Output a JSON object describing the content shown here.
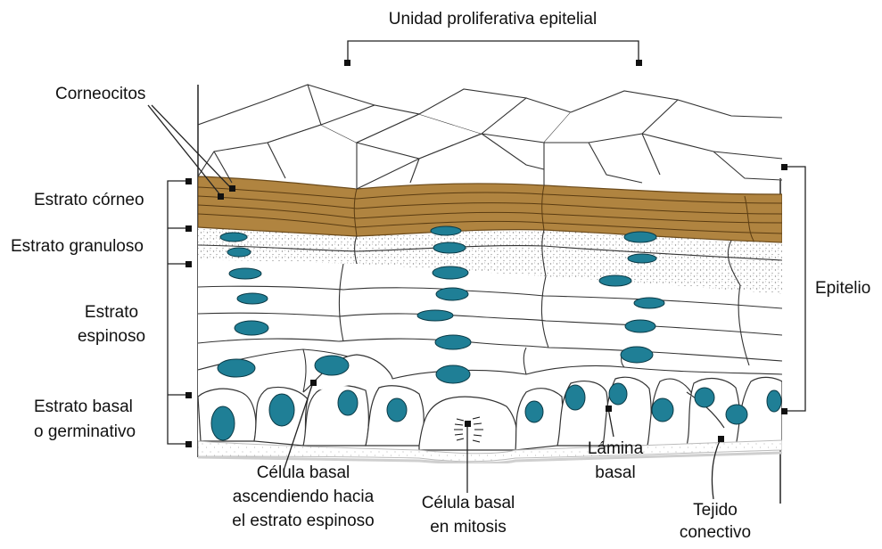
{
  "labels": {
    "top": "Unidad proliferativa epitelial",
    "corneocitos": "Corneocitos",
    "estrato_corneo": "Estrato córneo",
    "estrato_granuloso": "Estrato granuloso",
    "estrato_espinoso_1": "Estrato",
    "estrato_espinoso_2": "espinoso",
    "estrato_basal_1": "Estrato basal",
    "estrato_basal_2": "o germinativo",
    "epitelio": "Epitelio",
    "celula_ascend_1": "Célula basal",
    "celula_ascend_2": "ascendiendo hacia",
    "celula_ascend_3": "el estrato espinoso",
    "celula_mitosis_1": "Célula basal",
    "celula_mitosis_2": "en mitosis",
    "lamina_1": "Lámina",
    "lamina_2": "basal",
    "tejido_1": "Tejido",
    "tejido_2": "conectivo"
  },
  "colors": {
    "corneum": "#b08440",
    "corneum_line": "#6b4a1a",
    "nucleus": "#1f7f96",
    "outline": "#222222",
    "stipple": "#888888",
    "basement": "#dcdcdc"
  }
}
